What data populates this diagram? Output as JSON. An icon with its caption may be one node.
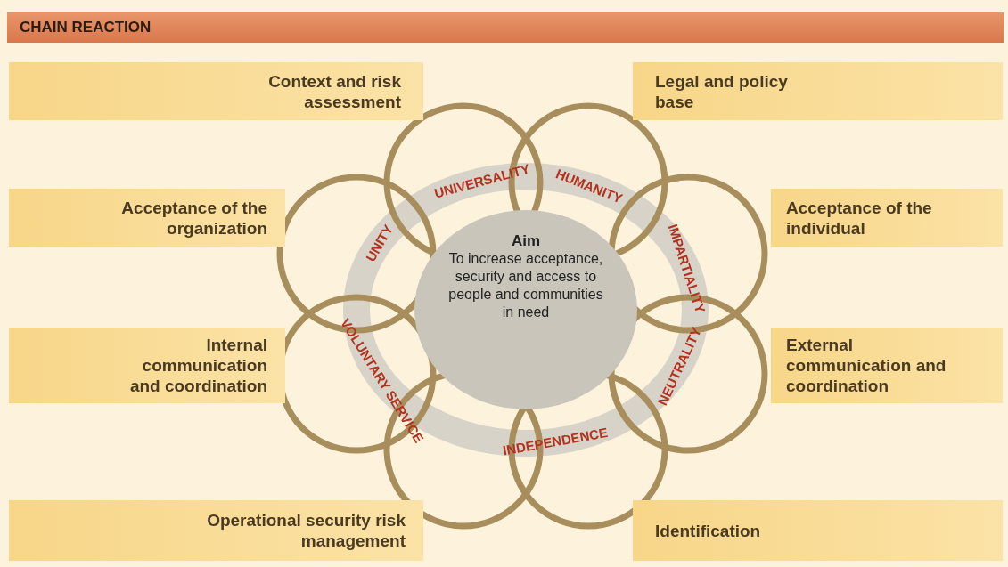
{
  "diagram": {
    "title": "CHAIN REACTION",
    "nodes": [
      {
        "text": [
          "Context and risk assessment"
        ]
      },
      {
        "text": [
          "Legal and policy base"
        ]
      },
      {
        "text": [
          "Acceptance of the organization"
        ]
      },
      {
        "text": [
          "Acceptance of the individual"
        ]
      },
      {
        "text": [
          "Internal communication and coordination"
        ]
      },
      {
        "text": [
          "External communication and coordination"
        ]
      },
      {
        "text": [
          "Operational security risk management"
        ]
      },
      {
        "text": [
          "Identification"
        ]
      },
      {
        "text": [
          "Aim",
          "To increase acceptance, security and access to people and communities in need"
        ]
      }
    ],
    "edges": [],
    "labels": [
      "UNIVERSALITY",
      "HUMANITY",
      "UNITY",
      "IMPARTIALITY",
      "VOLUNTARY SERVICE",
      "NEUTRALITY",
      "INDEPENDENCE"
    ]
  }
}
